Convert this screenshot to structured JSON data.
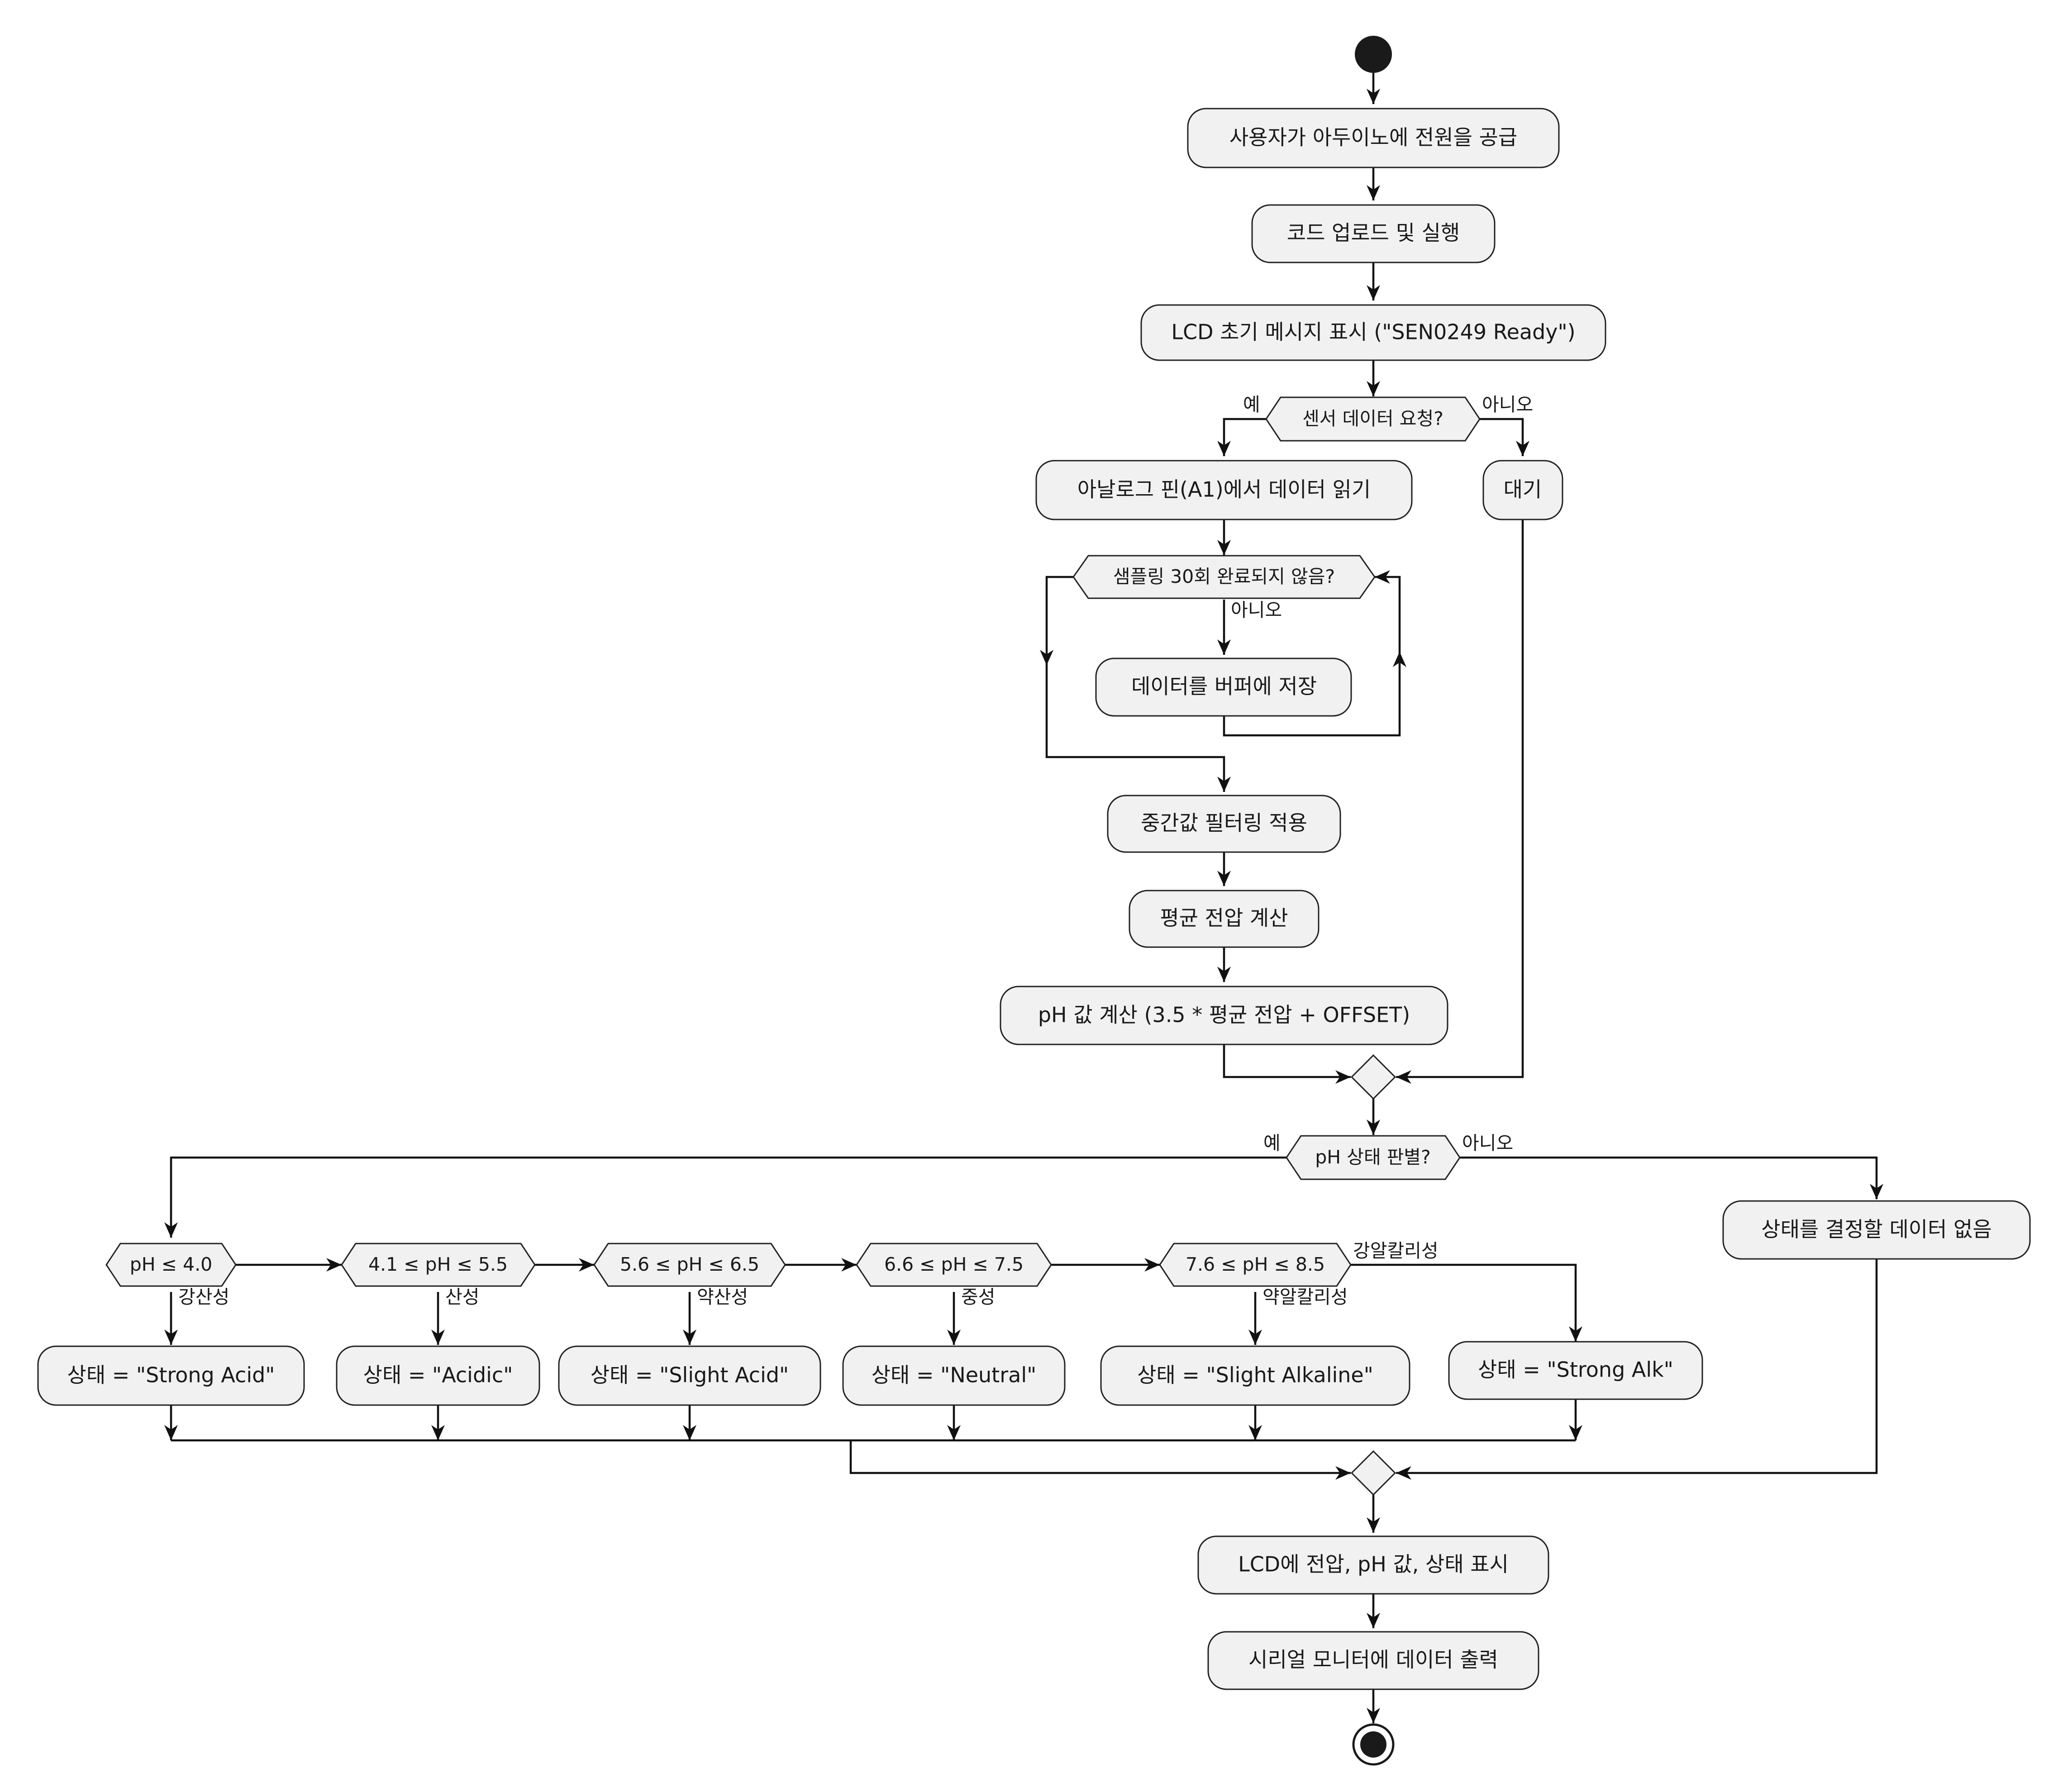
{
  "actions": {
    "power_on": "사용자가 아두이노에 전원을 공급",
    "upload_run": "코드 업로드 및 실행",
    "lcd_init": "LCD 초기 메시지 표시 (\"SEN0249 Ready\")",
    "read_analog": "아날로그 핀(A1)에서 데이터 읽기",
    "wait": "대기",
    "store_buffer": "데이터를 버퍼에 저장",
    "median_filter": "중간값 필터링 적용",
    "avg_voltage": "평균 전압 계산",
    "ph_calc": "pH 값 계산 (3.5 * 평균 전압 + OFFSET)",
    "no_data": "상태를 결정할 데이터 없음",
    "lcd_display": "LCD에 전압, pH 값, 상태 표시",
    "serial_out": "시리얼 모니터에 데이터 출력"
  },
  "decisions": {
    "sensor_request": {
      "question": "센서 데이터 요청?",
      "yes": "예",
      "no": "아니오"
    },
    "sampling_loop": {
      "question": "샘플링 30회 완료되지 않음?",
      "no": "아니오"
    },
    "ph_status": {
      "question": "pH 상태 판별?",
      "yes": "예",
      "no": "아니오"
    }
  },
  "ranges": [
    {
      "condition": "pH ≤ 4.0",
      "label": "강산성",
      "result": "상태 = \"Strong Acid\""
    },
    {
      "condition": "4.1 ≤ pH ≤ 5.5",
      "label": "산성",
      "result": "상태 = \"Acidic\""
    },
    {
      "condition": "5.6 ≤ pH ≤ 6.5",
      "label": "약산성",
      "result": "상태 = \"Slight Acid\""
    },
    {
      "condition": "6.6 ≤ pH ≤ 7.5",
      "label": "중성",
      "result": "상태 = \"Neutral\""
    },
    {
      "condition": "7.6 ≤ pH ≤ 8.5",
      "label": "약알칼리성",
      "result": "상태 = \"Slight Alkaline\""
    }
  ],
  "else_range": {
    "label": "강알칼리성",
    "result": "상태 = \"Strong Alk\""
  },
  "colors": {
    "node_fill": "#f1f1f1",
    "stroke": "#222222",
    "line": "#111111",
    "dot": "#1a1a1a"
  }
}
